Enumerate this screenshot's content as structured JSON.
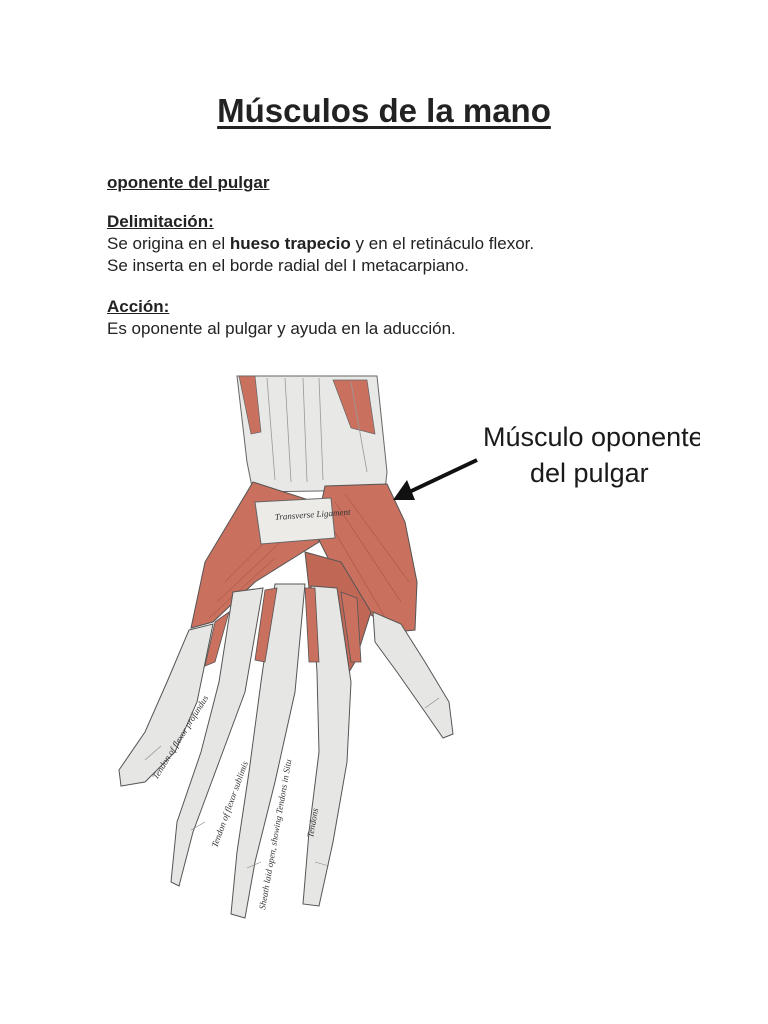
{
  "title": "Músculos de la mano",
  "muscle_name": "oponente del pulgar",
  "delimitacion": {
    "heading": "Delimitación:",
    "line1_before": "Se origina en el ",
    "line1_bold": "hueso trapecio",
    "line1_after": " y en el retináculo flexor.",
    "line2": "Se inserta en el borde radial del I metacarpiano."
  },
  "accion": {
    "heading": "Acción:",
    "text": "Es oponente al pulgar y ayuda en la aducción."
  },
  "figure": {
    "callout_line1": "Músculo oponente",
    "callout_line2": "del pulgar",
    "labels": {
      "ligament": "Transverse Ligament",
      "tendon_profundus": "Tendon of flexor profundus",
      "tendon_sublimis": "Tendon of flexor sublimis",
      "sheath": "Sheath laid open, showing Tendons in Situ",
      "tendons": "Tendons"
    },
    "colors": {
      "muscle": "#c9705f",
      "tendon": "#e4e4e2",
      "outline": "#555555"
    }
  }
}
